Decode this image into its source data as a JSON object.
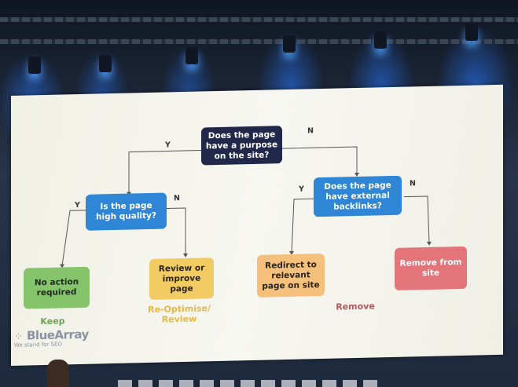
{
  "flowchart": {
    "root": "Does the page have a purpose on the site?",
    "quality": "Is the page high quality?",
    "backlinks": "Does the page have external backlinks?",
    "no_action": "No action required",
    "review": "Review or improve page",
    "redirect": "Redirect to relevant page on site",
    "remove_site": "Remove from site",
    "labels": {
      "yes": "Y",
      "no": "N"
    },
    "outcomes": {
      "keep": "Keep",
      "reoptimise": "Re-Optimise/ Review",
      "remove": "Remove"
    }
  },
  "brand": {
    "name": "BlueArray",
    "tagline": "We stand for SEO"
  },
  "colors": {
    "dark": "#22284a",
    "blue": "#2f86d6",
    "green": "#86c46c",
    "yellow": "#f2cc63",
    "orange": "#f4c07b",
    "pink": "#e3757a",
    "keep_text": "#6aa84f",
    "reopt_text": "#e5b84a",
    "remove_text": "#b5585e"
  }
}
